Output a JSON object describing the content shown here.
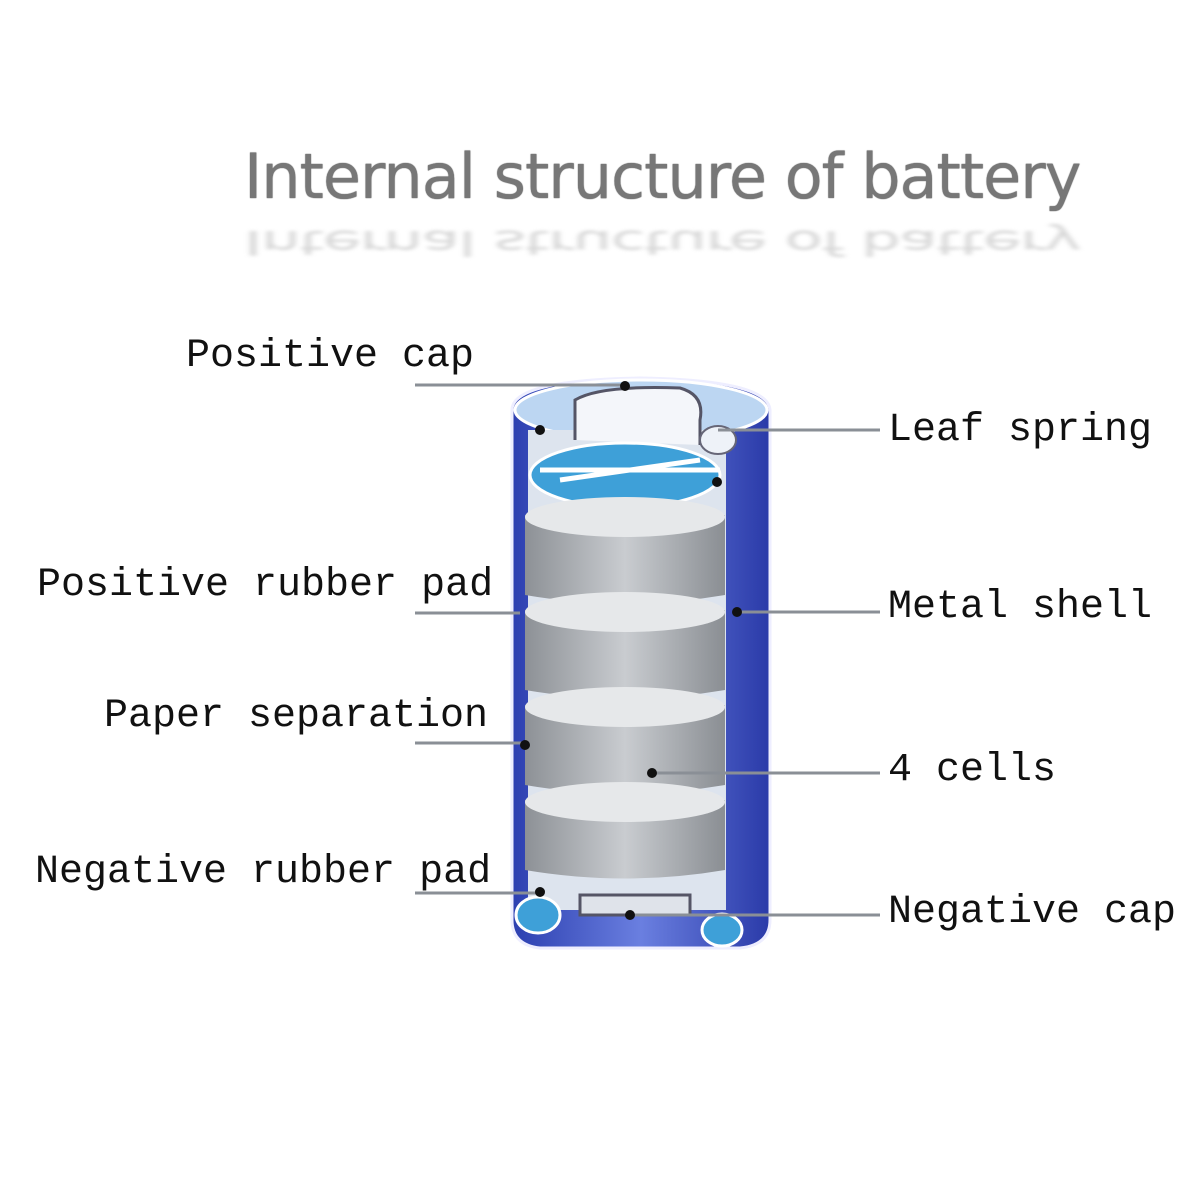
{
  "title": "Internal structure of battery",
  "labels": {
    "positive_cap": "Positive cap",
    "positive_rubber_pad": "Positive rubber pad",
    "paper_separation": "Paper separation",
    "negative_rubber_pad": "Negative rubber pad",
    "leaf_spring": "Leaf spring",
    "metal_shell": "Metal shell",
    "cells": "4 cells",
    "negative_cap": "Negative cap"
  },
  "colors": {
    "shell_blue": "#3a4fc0",
    "cap_blue": "#3ea0d8",
    "cell_gray": "#a9adb2"
  }
}
